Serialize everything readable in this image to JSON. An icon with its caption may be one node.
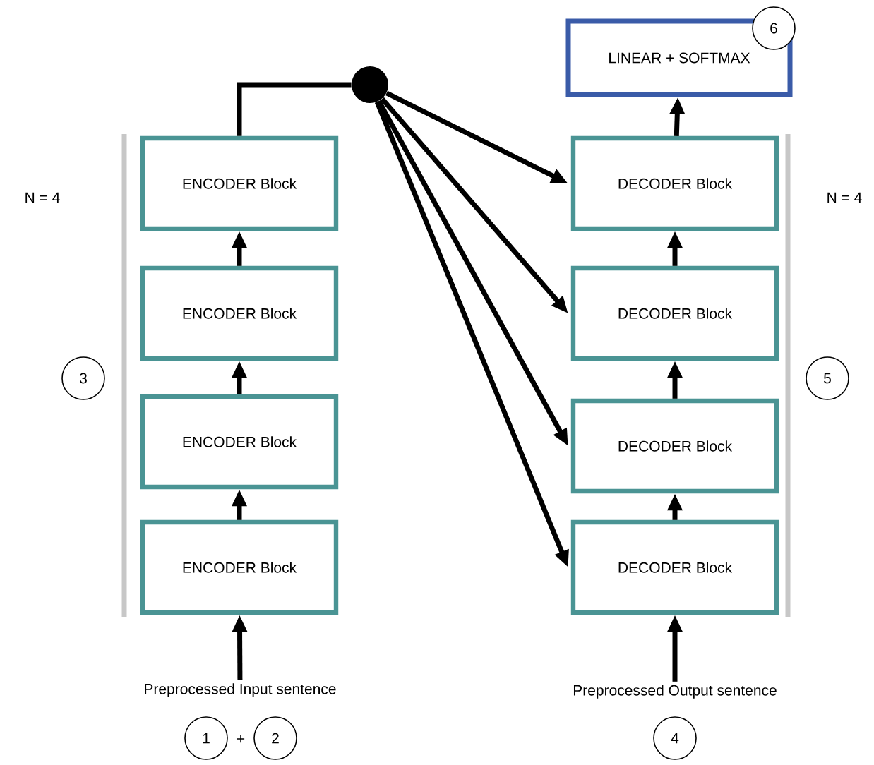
{
  "diagram": {
    "nodes": [
      {
        "text": [
          "ENCODER Block"
        ]
      },
      {
        "text": [
          "ENCODER Block"
        ]
      },
      {
        "text": [
          "ENCODER Block"
        ]
      },
      {
        "text": [
          "ENCODER Block"
        ]
      },
      {
        "text": [],
        "shape": "circle"
      },
      {
        "text": [
          "LINEAR + SOFTMAX"
        ]
      },
      {
        "text": [
          "DECODER Block"
        ]
      },
      {
        "text": [
          "DECODER Block"
        ]
      },
      {
        "text": [
          "DECODER Block"
        ]
      },
      {
        "text": [
          "DECODER Block"
        ]
      },
      {
        "text": [
          "Preprocessed Input sentence"
        ]
      },
      {
        "text": [
          "Preprocessed Output sentence"
        ]
      },
      {
        "text": [
          "6"
        ]
      },
      {
        "text": [
          "3"
        ]
      },
      {
        "text": [
          "5"
        ]
      },
      {
        "text": [
          "1"
        ]
      },
      {
        "text": [
          "2"
        ]
      },
      {
        "text": [
          "4"
        ]
      }
    ],
    "edges": [
      {
        "from": 10,
        "to": 3,
        "arrow": "to"
      },
      {
        "from": 3,
        "to": 2,
        "arrow": "to"
      },
      {
        "from": 2,
        "to": 1,
        "arrow": "to"
      },
      {
        "from": 1,
        "to": 0,
        "arrow": "to"
      },
      {
        "from": 0,
        "to": 4,
        "arrow": "none"
      },
      {
        "from": 4,
        "to": 6,
        "arrow": "to"
      },
      {
        "from": 4,
        "to": 7,
        "arrow": "to"
      },
      {
        "from": 4,
        "to": 8,
        "arrow": "to"
      },
      {
        "from": 4,
        "to": 9,
        "arrow": "to"
      },
      {
        "from": 11,
        "to": 9,
        "arrow": "to"
      },
      {
        "from": 9,
        "to": 8,
        "arrow": "to"
      },
      {
        "from": 8,
        "to": 7,
        "arrow": "to"
      },
      {
        "from": 7,
        "to": 6,
        "arrow": "to"
      },
      {
        "from": 6,
        "to": 5,
        "arrow": "to"
      }
    ],
    "labels": [
      "N = 4",
      "N = 4",
      "+"
    ]
  }
}
